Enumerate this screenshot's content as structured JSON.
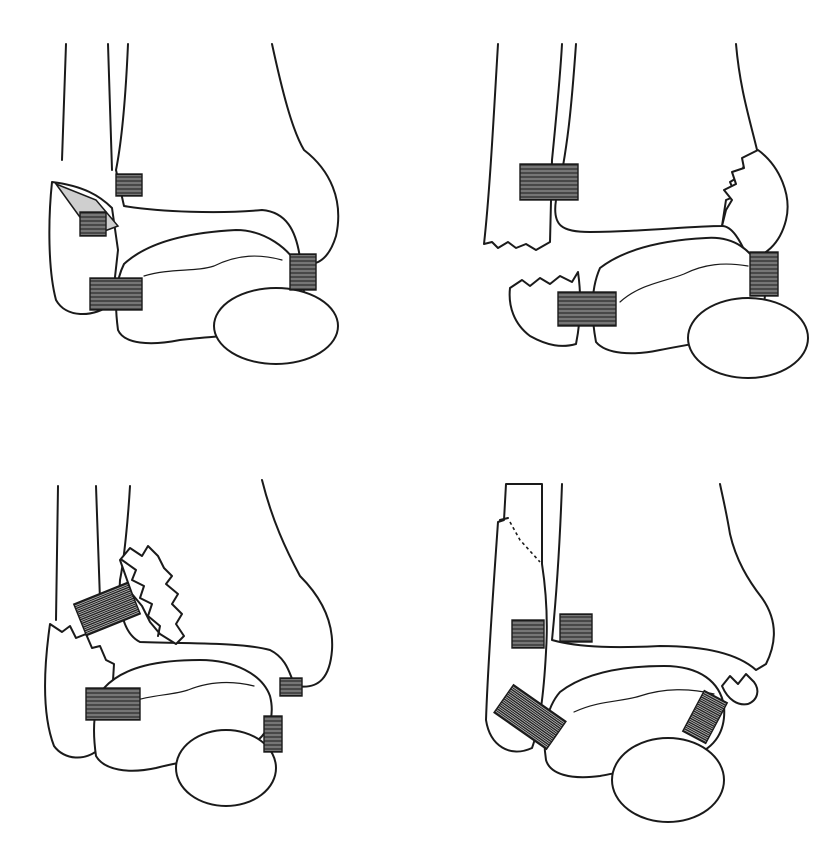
{
  "figure": {
    "panels": [
      {
        "id": "top-left"
      },
      {
        "id": "top-right"
      },
      {
        "id": "bottom-left"
      },
      {
        "id": "bottom-right"
      }
    ],
    "colors": {
      "line": "#1a1a1a",
      "background": "#ffffff",
      "ligament_fill": "url(#hatch)",
      "shade": "#cfcfcf"
    }
  }
}
